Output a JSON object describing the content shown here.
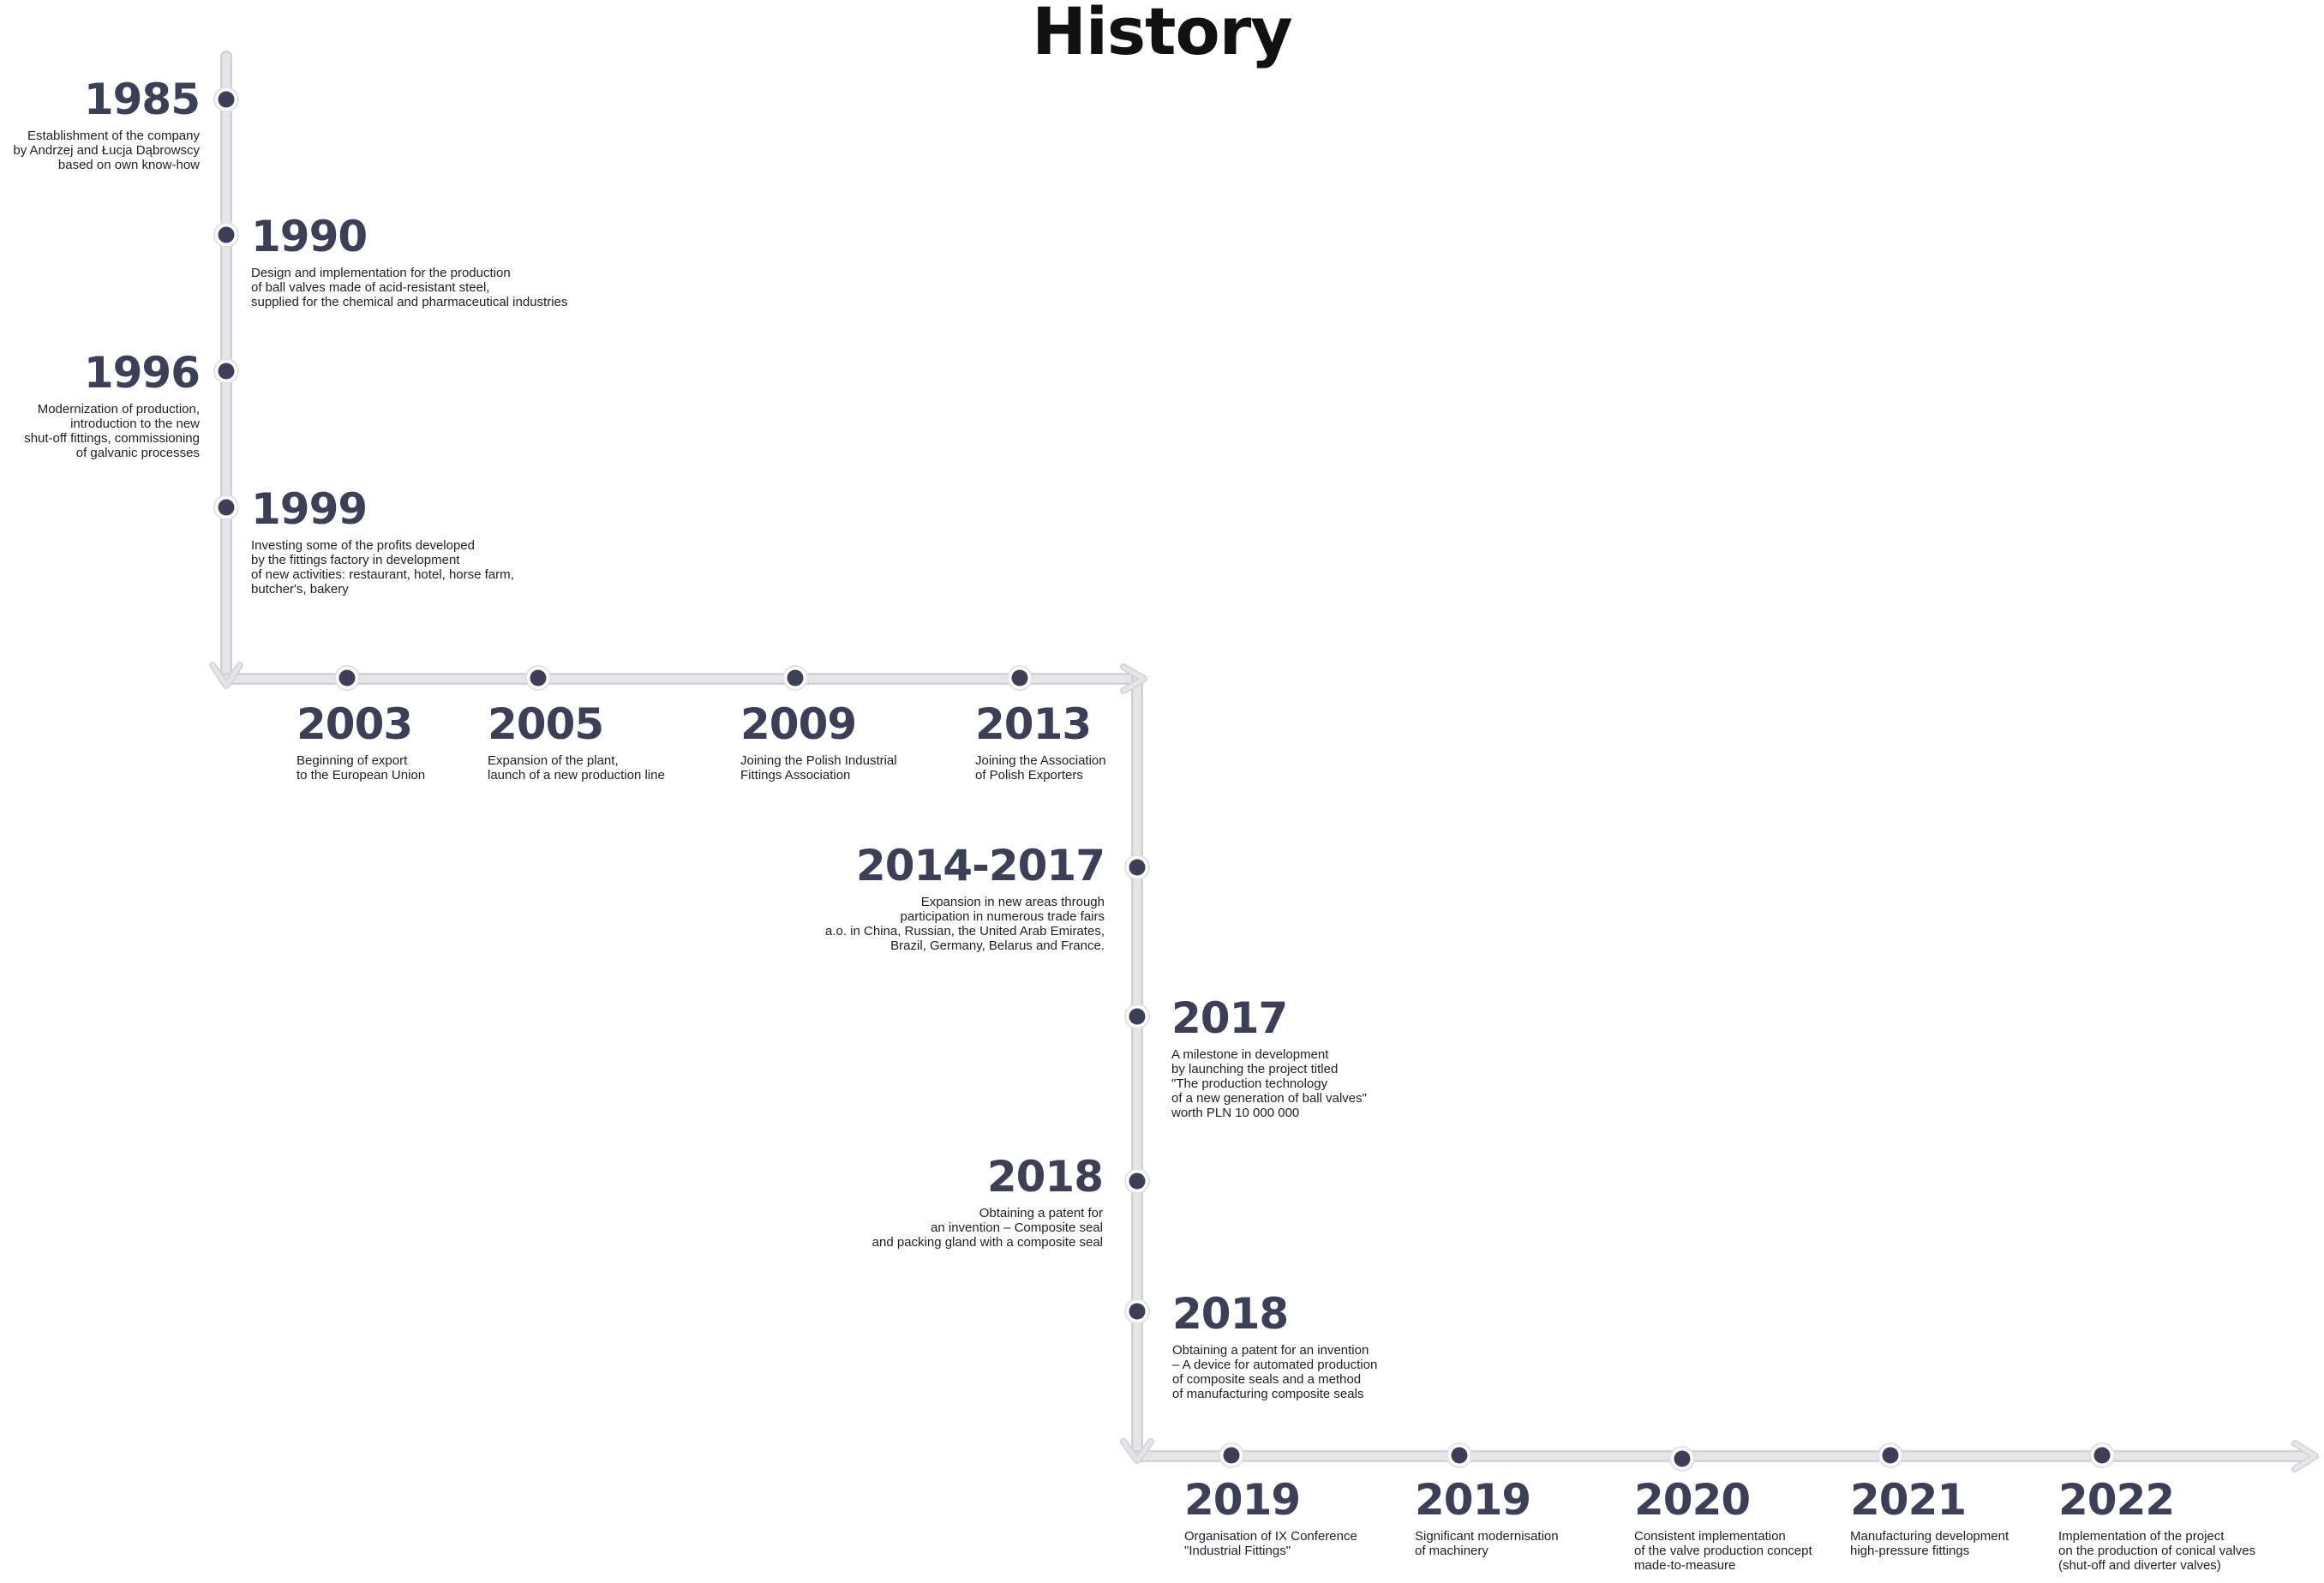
{
  "title": "History",
  "colors": {
    "dot": "#3c3f55",
    "line": "#e6e6e8",
    "line_shadow": "#d2d2d6",
    "year_text": "#3c3f55"
  },
  "events": [
    {
      "year": "1985",
      "desc": "Establishment of the company\nby Andrzej and Łucja Dąbrowscy\nbased on own know-how"
    },
    {
      "year": "1990",
      "desc": "Design and implementation for the production\nof ball valves made of acid-resistant steel,\nsupplied for the chemical and pharmaceutical industries"
    },
    {
      "year": "1996",
      "desc": "Modernization of production,\nintroduction to the new\nshut-off fittings, commissioning\nof galvanic processes"
    },
    {
      "year": "1999",
      "desc": "Investing some of the profits developed\nby the fittings factory in development\nof new activities: restaurant, hotel, horse farm,\nbutcher's, bakery"
    },
    {
      "year": "2003",
      "desc": "Beginning of export\nto the European Union"
    },
    {
      "year": "2005",
      "desc": "Expansion of the plant,\nlaunch of a new production line"
    },
    {
      "year": "2009",
      "desc": "Joining the Polish Industrial\n Fittings Association"
    },
    {
      "year": "2013",
      "desc": "Joining the Association\nof Polish Exporters"
    },
    {
      "year": "2014-2017",
      "desc": "Expansion in new areas through\nparticipation in numerous trade fairs\na.o. in China, Russian, the United Arab Emirates,\nBrazil, Germany, Belarus and France."
    },
    {
      "year": "2017",
      "desc": "A milestone in development\nby launching the project titled\n\"The production technology\nof a new generation of ball valves\"\nworth PLN 10 000 000"
    },
    {
      "year": "2018",
      "desc": "Obtaining a patent for\nan invention – Composite seal\nand packing gland with a composite seal"
    },
    {
      "year": "2018",
      "desc": "Obtaining a patent for an invention\n– A device for automated production\nof composite seals and a method\nof manufacturing composite seals"
    },
    {
      "year": "2019",
      "desc": "Organisation of IX Conference\n\"Industrial Fittings\""
    },
    {
      "year": "2019",
      "desc": "Significant modernisation\nof machinery"
    },
    {
      "year": "2020",
      "desc": "Consistent implementation\nof the valve production concept\nmade-to-measure"
    },
    {
      "year": "2021",
      "desc": "Manufacturing development\nhigh-pressure fittings"
    },
    {
      "year": "2022",
      "desc": "Implementation of the project\non the production of conical valves\n(shut-off and diverter valves)"
    }
  ]
}
